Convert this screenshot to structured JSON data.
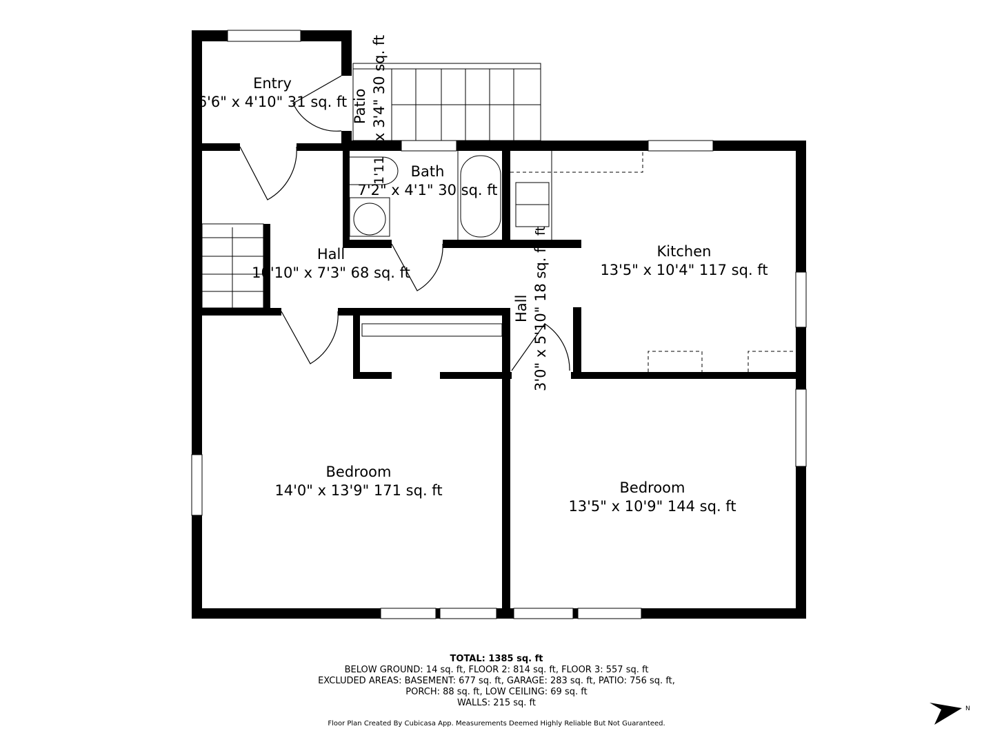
{
  "rooms": [
    {
      "name": "Entry",
      "dims": "6'6\" x 4'10\" 31 sq. ft"
    },
    {
      "name": "Patio",
      "dims": "x 3'4\" 30 sq. ft"
    },
    {
      "name": "Bath",
      "dims": "7'2\" x 4'1\" 30 sq. ft",
      "extra": "1'11"
    },
    {
      "name": "Hall",
      "dims": "10'10\" x 7'3\" 68 sq. ft"
    },
    {
      "name": "Kitchen",
      "dims": "13'5\" x 10'4\" 117 sq. ft",
      "extra": "ft"
    },
    {
      "name": "Hall",
      "dims": "3'0\" x 5'10\" 18 sq. ft"
    },
    {
      "name": "Bedroom",
      "dims": "14'0\" x 13'9\" 171 sq. ft"
    },
    {
      "name": "Bedroom",
      "dims": "13'5\" x 10'9\" 144 sq. ft"
    }
  ],
  "summary": {
    "total": "TOTAL: 1385 sq. ft",
    "line1": "BELOW GROUND: 14 sq. ft, FLOOR 2: 814 sq. ft, FLOOR 3: 557 sq. ft",
    "line2": "EXCLUDED AREAS: BASEMENT: 677 sq. ft, GARAGE: 283 sq. ft, PATIO: 756 sq. ft,",
    "line3": "PORCH: 88 sq. ft, LOW CEILING: 69 sq. ft",
    "line4": "WALLS: 215 sq. ft",
    "disclaimer": "Floor Plan Created By Cubicasa App. Measurements Deemed Highly Reliable But Not Guaranteed."
  },
  "compass": {
    "label": "N",
    "icon": "north-arrow-icon"
  }
}
